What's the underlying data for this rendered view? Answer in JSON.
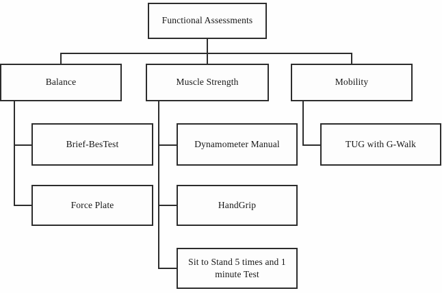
{
  "diagram": {
    "type": "hierarchy-tree",
    "title": "Functional Assessments",
    "orientation": "top-down",
    "colors": {
      "background": "#fefefe",
      "node_fill": "#fdfdfd",
      "node_border": "#2c2c2c",
      "connector": "#2c2c2c",
      "text": "#161616"
    },
    "root": {
      "id": "functional-assessments",
      "label": "Functional Assessments"
    },
    "branches": [
      {
        "id": "balance",
        "label": "Balance",
        "children": [
          {
            "id": "brief-bestest",
            "label": "Brief-BesTest"
          },
          {
            "id": "force-plate",
            "label": "Force Plate"
          }
        ]
      },
      {
        "id": "muscle-strength",
        "label": "Muscle Strength",
        "children": [
          {
            "id": "dynamometer-manual",
            "label": "Dynamometer Manual"
          },
          {
            "id": "handgrip",
            "label": "HandGrip"
          },
          {
            "id": "sit-to-stand",
            "label": "Sit to Stand 5 times and 1\nminute Test"
          }
        ]
      },
      {
        "id": "mobility",
        "label": "Mobility",
        "children": [
          {
            "id": "tug-with-g-walk",
            "label": "TUG with G-Walk"
          }
        ]
      }
    ]
  }
}
